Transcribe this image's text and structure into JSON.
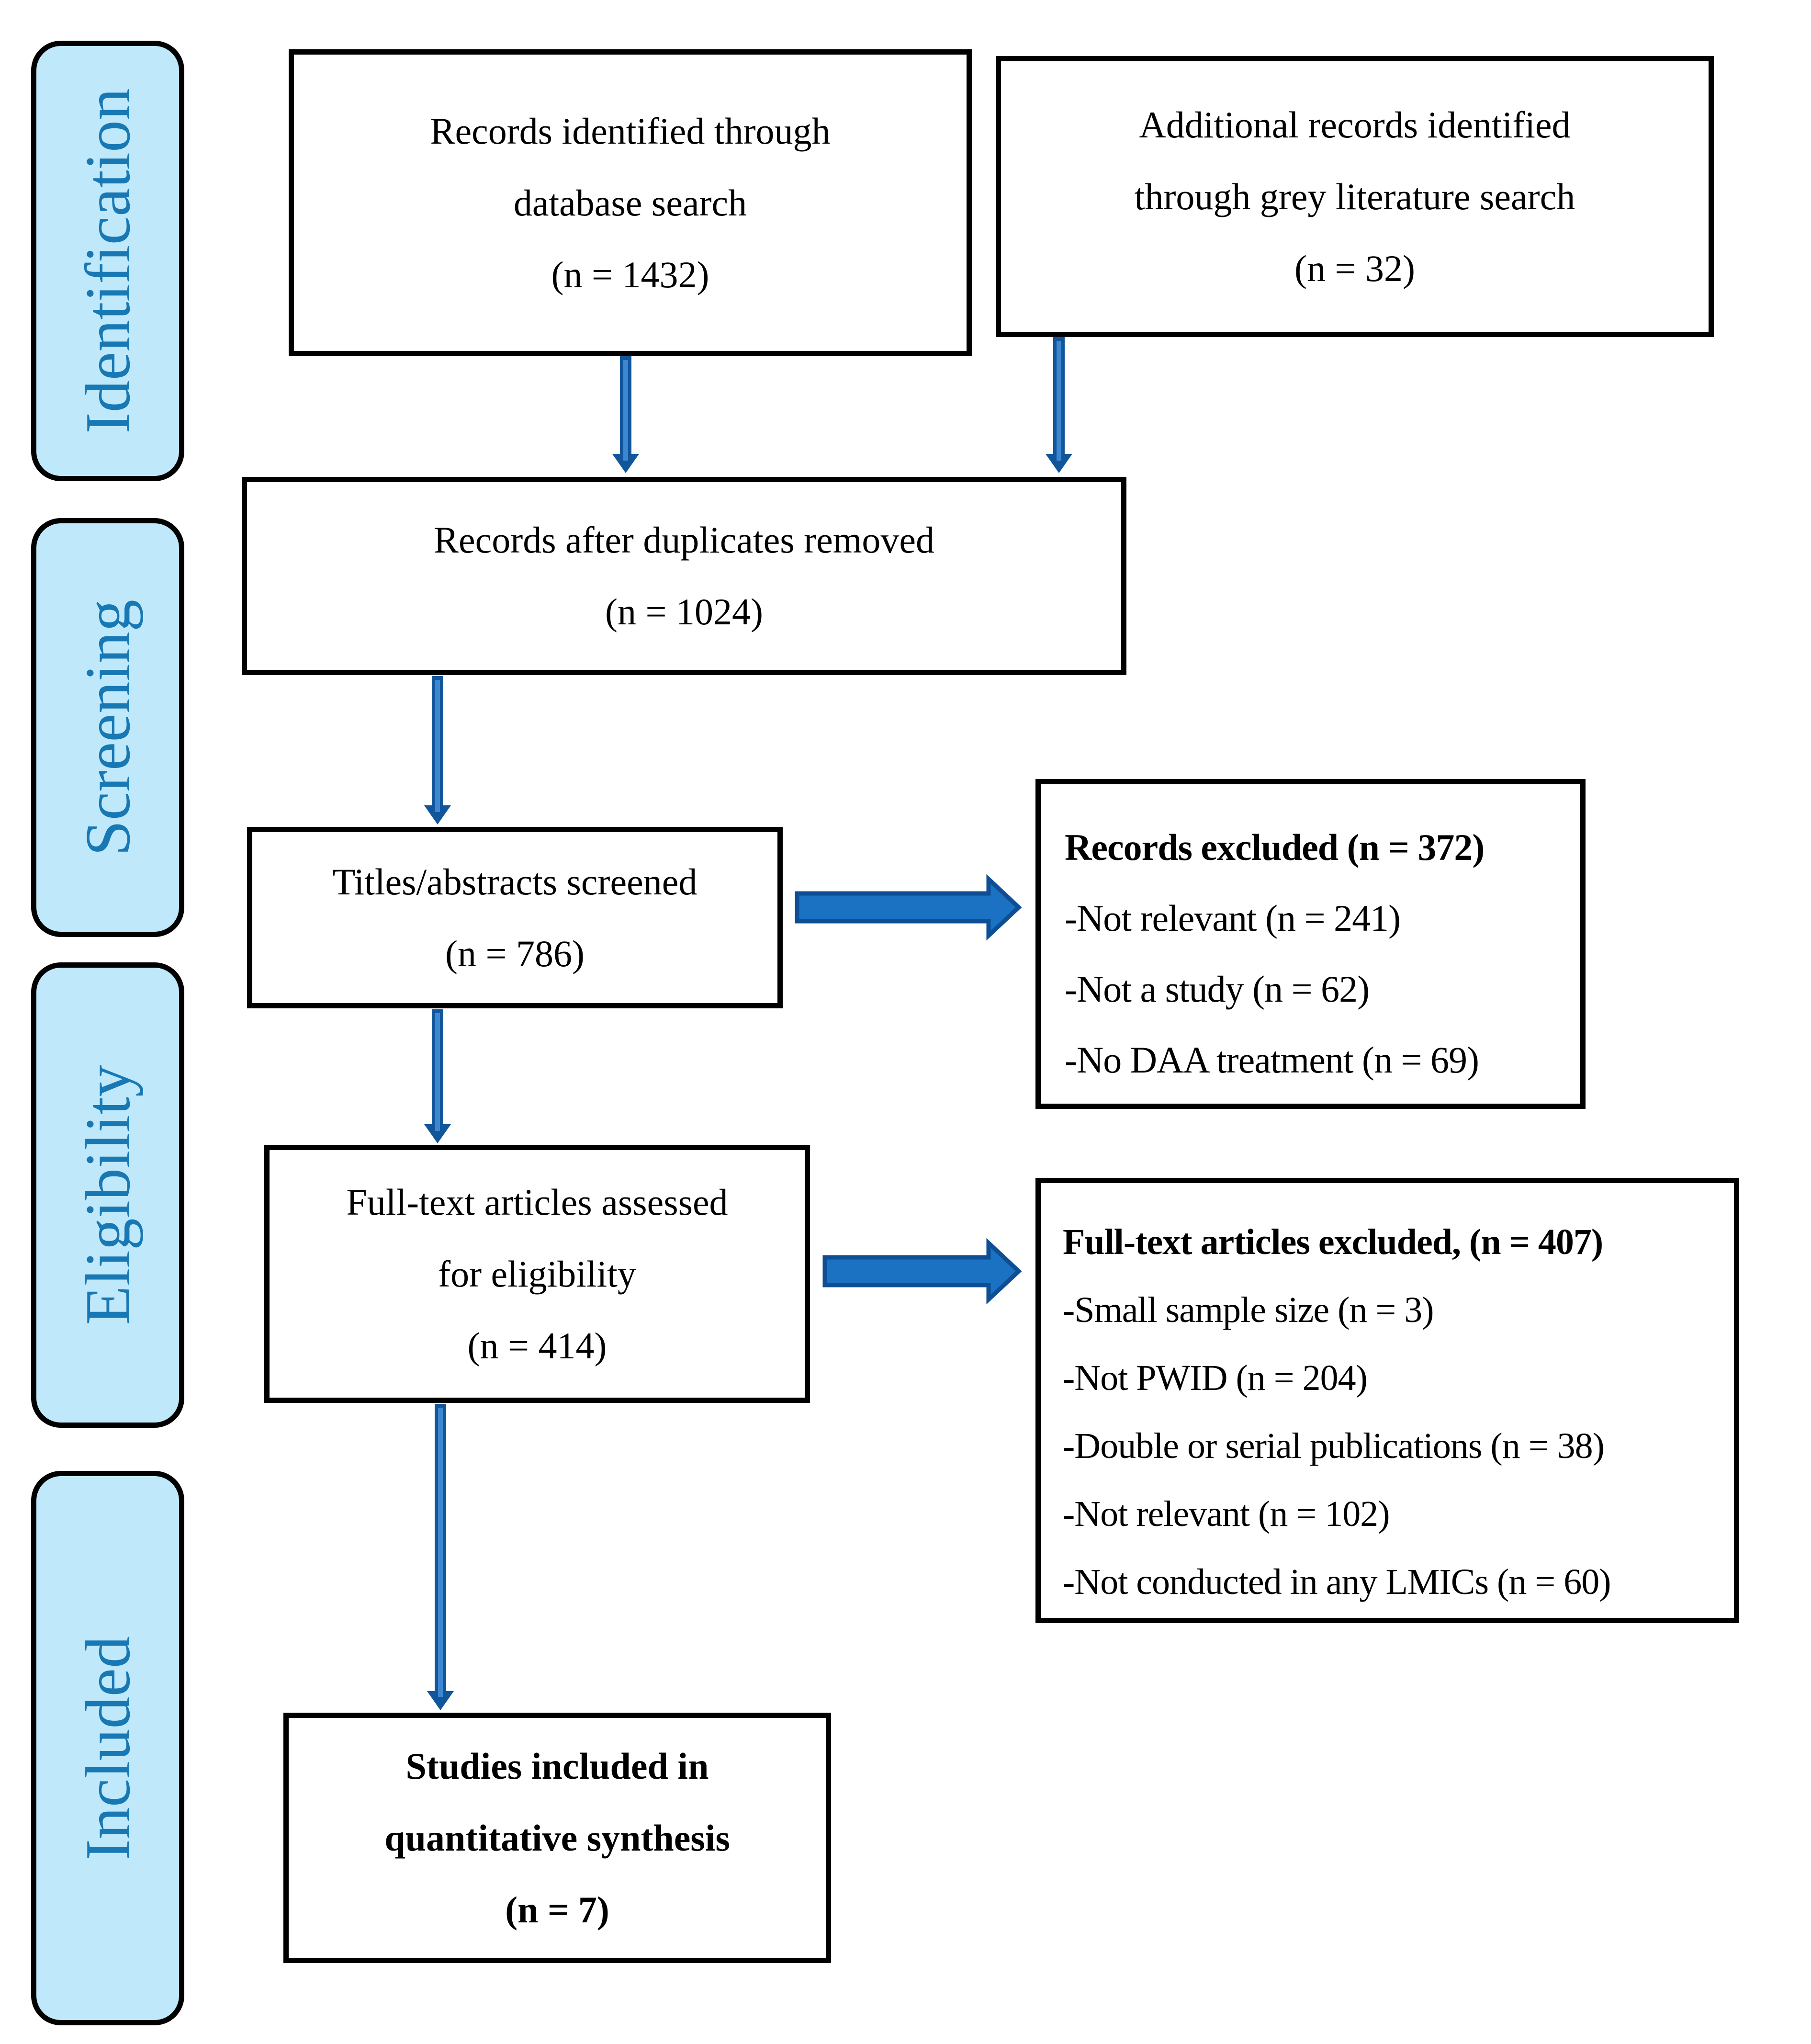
{
  "diagram": {
    "kind": "PRISMA flow diagram",
    "stages": [
      {
        "label": "Identification"
      },
      {
        "label": "Screening"
      },
      {
        "label": "Eligibility"
      },
      {
        "label": "Included"
      }
    ],
    "boxes": {
      "db_search": {
        "lines": [
          "Records identified through",
          "database search",
          "(n = 1432)"
        ]
      },
      "grey_literature": {
        "lines": [
          "Additional records identified",
          "through grey literature search",
          "(n = 32)"
        ]
      },
      "duplicates_removed": {
        "lines": [
          "Records after duplicates removed",
          "(n = 1024)"
        ]
      },
      "titles_screened": {
        "lines": [
          "Titles/abstracts screened",
          "(n = 786)"
        ]
      },
      "records_excluded": {
        "title": "Records excluded (n = 372)",
        "items": [
          "-Not relevant (n = 241)",
          "-Not a study (n = 62)",
          "-No DAA treatment (n = 69)"
        ]
      },
      "fulltext_assessed": {
        "lines": [
          "Full-text articles assessed",
          "for eligibility",
          "(n = 414)"
        ]
      },
      "fulltext_excluded": {
        "title": "Full-text articles excluded, (n = 407)",
        "items": [
          "-Small sample size (n = 3)",
          "-Not PWID (n = 204)",
          "-Double or serial publications (n = 38)",
          "-Not relevant (n = 102)",
          "-Not conducted in any LMICs (n = 60)"
        ]
      },
      "studies_included": {
        "lines": [
          "Studies included in",
          "quantitative synthesis",
          "(n = 7)"
        ]
      }
    },
    "colors": {
      "stage_fill": "#bfe9fb",
      "stage_text": "#1878b4",
      "box_border": "#000000",
      "vertical_arrow": "#11559b",
      "vertical_arrow_stripe": "#3d87d0",
      "horizontal_arrow_fill": "#1c72c2",
      "horizontal_arrow_edge": "#0d4e95"
    }
  }
}
